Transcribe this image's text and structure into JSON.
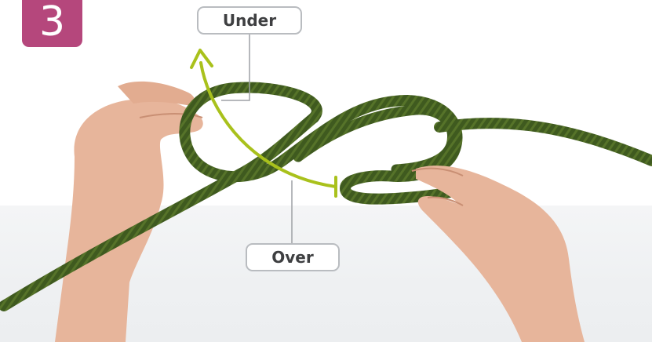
{
  "step": {
    "number": "3",
    "color": "#b5477c"
  },
  "labels": {
    "under": "Under",
    "over": "Over"
  },
  "colors": {
    "rope": "#3f5a1f",
    "rope_highlight": "#5f7c2e",
    "arrow": "#a9c11c",
    "skin": "#e8b9a0",
    "leader_line": "#9ea1a5"
  },
  "icons": {
    "direction_arrow": "curved-arrow-icon"
  }
}
